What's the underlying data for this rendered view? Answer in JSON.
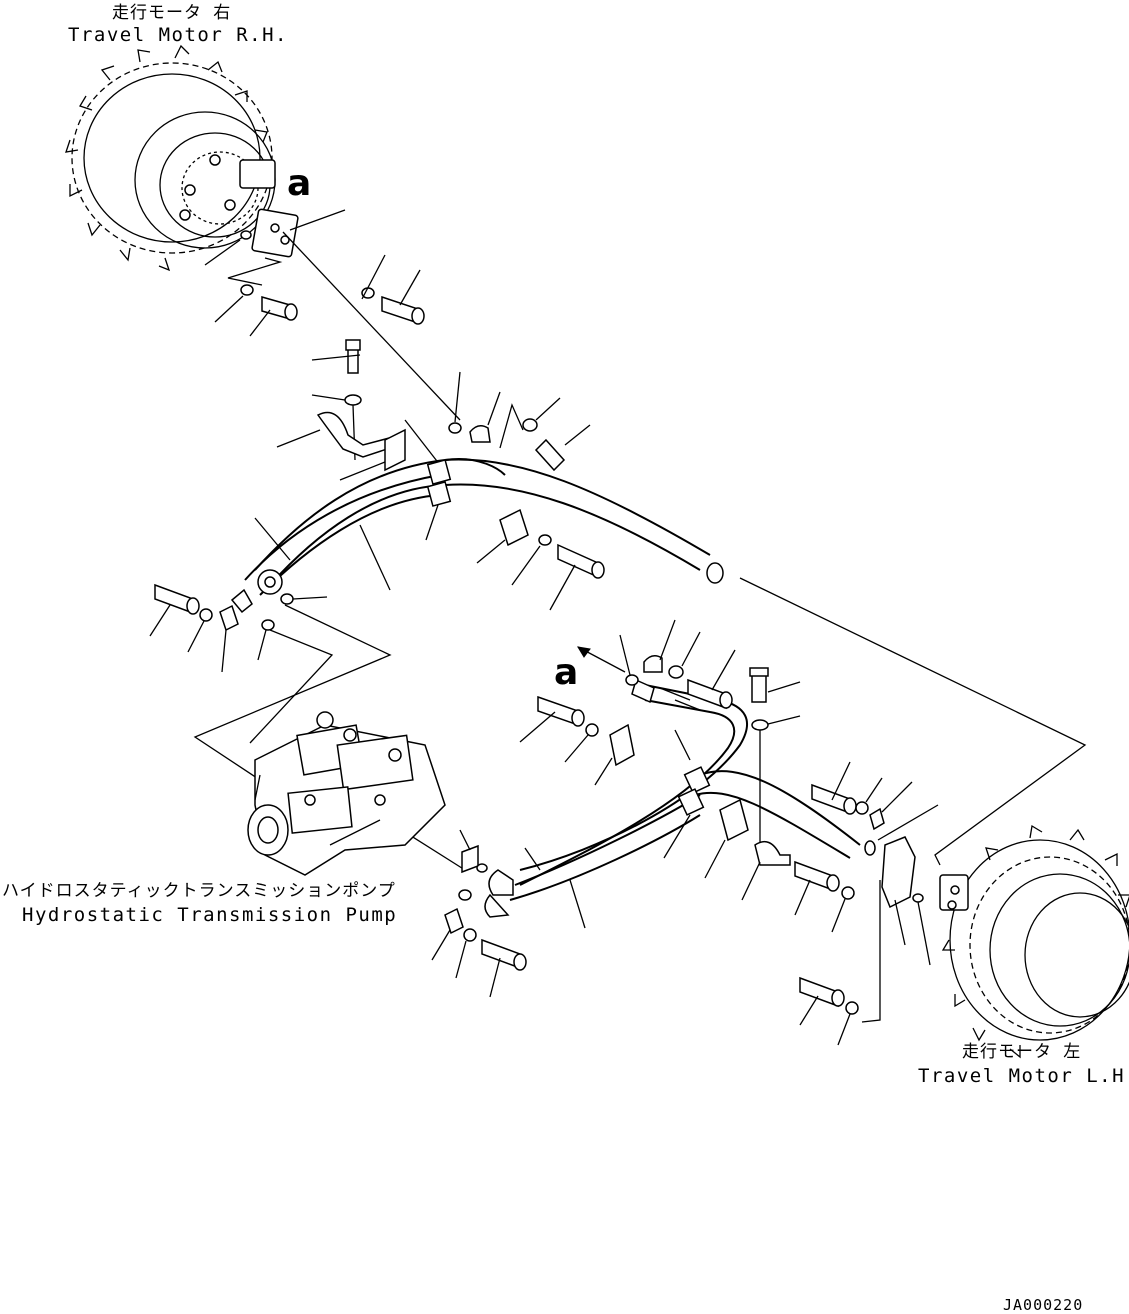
{
  "labels": {
    "motor_rh_jp": "走行モータ 右",
    "motor_rh_en": "Travel Motor R.H.",
    "motor_lh_jp": "走行モータ 左",
    "motor_lh_en": "Travel Motor L.H.",
    "pump_jp": "ハイドロスタティックトランスミッションポンプ",
    "pump_en": "Hydrostatic Transmission Pump"
  },
  "callouts": {
    "top": "a",
    "middle": "a"
  },
  "drawing_code": "JA000220"
}
